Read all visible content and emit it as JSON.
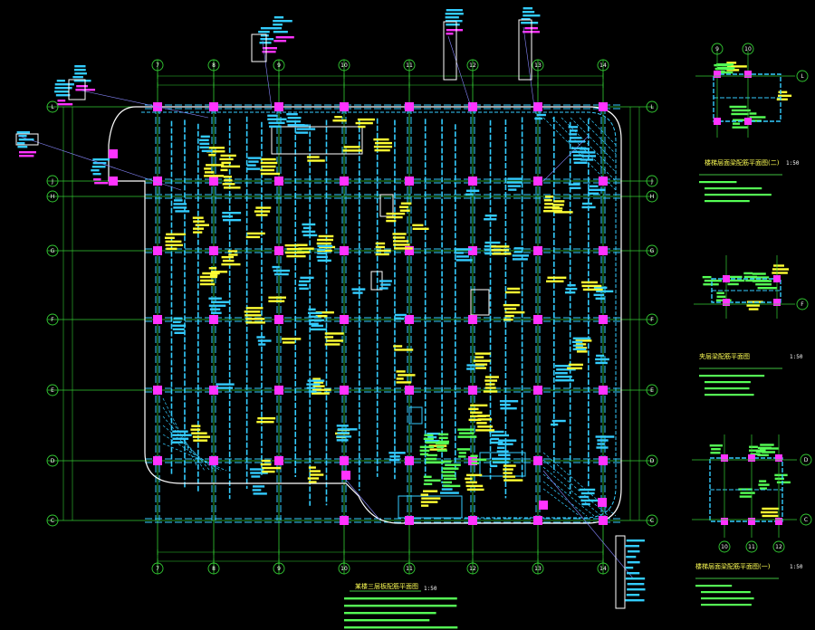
{
  "main_plan": {
    "title": "某楼三层板配筋平面图",
    "scale": "1:50",
    "col_axes": [
      "7",
      "8",
      "9",
      "10",
      "11",
      "12",
      "13",
      "14"
    ],
    "row_axes": [
      "L",
      "J",
      "H",
      "G",
      "F",
      "E",
      "D",
      "C"
    ]
  },
  "detail_1": {
    "title": "楼梯层面梁配筋平面图(二)",
    "scale": "1:50",
    "col_axes": [
      "9",
      "10"
    ],
    "row_axes": [
      "L"
    ]
  },
  "detail_2": {
    "title": "夹层梁配筋平面图",
    "scale": "1:50",
    "row_axes": [
      "F"
    ]
  },
  "detail_3": {
    "title": "楼梯层面梁配筋平面图(一)",
    "scale": "1:50",
    "col_axes": [
      "10",
      "11",
      "12"
    ],
    "row_axes": [
      "D",
      "C"
    ]
  },
  "colors": {
    "background": "#000000",
    "axis_lines": "#33cc33",
    "columns": "#ff33ff",
    "beams": "#33ccff",
    "rebar_text": "#ffff33",
    "notes": "#55ff55",
    "leaders": "#ff4444"
  }
}
